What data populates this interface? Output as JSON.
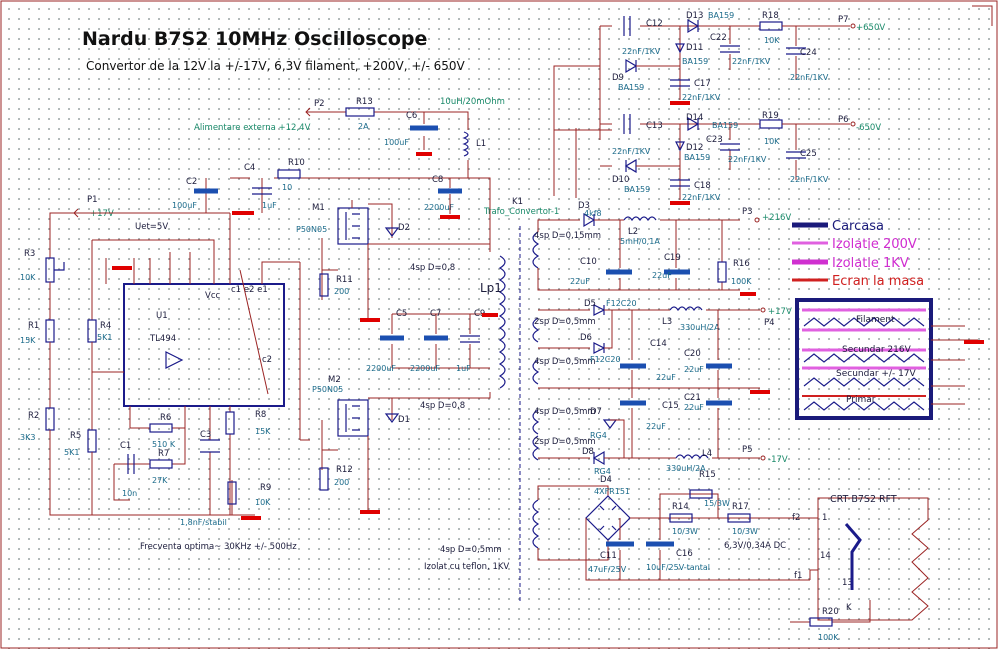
{
  "title": "Nardu B7S2 10MHz Oscilloscope",
  "subtitle": "Convertor de la 12V la +/-17V, 6,3V filament, +200V, +/- 650V",
  "notes": {
    "freq": "Frecventa optima~ 30KHz +/- 500Hz",
    "uet": "Uet=5V",
    "ext_supply": "Alimentare externa +12,4V",
    "l1_value": "10uH/20mOhm",
    "trafo": "Trafo_Convertor-1",
    "teflon": "Izolat cu teflon, 1KV",
    "sec_4sp": "4sp D=0,5mm",
    "sec_2sp": "2sp D=0,5mm",
    "sec_4sp_b": "4sp D=0,15mm",
    "pri_1": "4sp D=0,8",
    "pri_2": "4sp D=0,8",
    "heater": "6,3V/0,34A DC",
    "vcc": "Vcc",
    "c1e2e1": "c1 e2  e1",
    "c2": "c2",
    "crt": "CRT B7S2 RFT",
    "stabil": "1,8nF/stabil"
  },
  "ports": {
    "p1": "P1",
    "p1v": "+17V",
    "p2": "P2",
    "p3": "P3",
    "p3v": "+216V",
    "p4": "P4",
    "p4v": "+17V",
    "p5": "P5",
    "p5v": "-17V",
    "p6": "P6",
    "p6v": "-650V",
    "p7": "P7",
    "p7v": "+650V"
  },
  "parts": {
    "r1": "R1",
    "r1v": "15K",
    "r2": "R2",
    "r2v": "3K3",
    "r3": "R3",
    "r3v": "10K",
    "r4": "R4",
    "r4v": "5K1",
    "r5": "R5",
    "r5v": "5K1",
    "r6": "R6",
    "r6v": "510 K",
    "r7": "R7",
    "r7v": "27K",
    "r8": "R8",
    "r8v": "15K",
    "r9": "R9",
    "r9v": "10K",
    "r10": "R10",
    "r10v": "10",
    "r11": "R11",
    "r11v": "200",
    "r12": "R12",
    "r12v": "200",
    "r13": "R13",
    "r13v": "2A",
    "r14": "R14",
    "r14v": "10/3W",
    "r15": "R15",
    "r15v": "15/3W",
    "r16": "R16",
    "r16v": "100K",
    "r17": "R17",
    "r17v": "10/3W",
    "r18": "R18",
    "r18v": "10K",
    "r19": "R19",
    "r19v": "10K",
    "r20": "R20",
    "r20v": "100K",
    "c1": "C1",
    "c1v": "10n",
    "c2": "C2",
    "c2v": "100uF",
    "c3": "C3",
    "c4": "C4",
    "c4v": "1uF",
    "c5": "C5",
    "c5v": "2200uF",
    "c6": "C6",
    "c6v": "100uF",
    "c7": "C7",
    "c7v": "2200uF",
    "c8": "C8",
    "c8v": "2200uF",
    "c9": "C9",
    "c9v": "1uF",
    "c10": "C10",
    "c10v": "22uF",
    "c11": "C11",
    "c11v": "47uF/25V",
    "c12": "C12",
    "c12v": "22nF/1KV",
    "c13": "C13",
    "c13v": "22nF/1KV",
    "c14": "C14",
    "c14v": "22uF",
    "c15": "C15",
    "c15v": "22uF",
    "c16": "C16",
    "c16v": "10uF/25V-tantal",
    "c17": "C17",
    "c17v": "22nF/1KV",
    "c18": "C18",
    "c18v": "22nF/1KV",
    "c19": "C19",
    "c19v": "22uF",
    "c20": "C20",
    "c20v": "22uF",
    "c21": "C21",
    "c21v": "22uF",
    "c22": "C22",
    "c22v": "22nF/1KV",
    "c23": "C23",
    "c23v": "22nF/1KV",
    "c24": "C24",
    "c24v": "22nF/1KV",
    "c25": "C25",
    "c25v": "22nF/1KV",
    "d1": "D1",
    "d2": "D2",
    "d3": "D3",
    "d3v": "4kf8",
    "d4": "D4",
    "d4v": "4XFR151",
    "d5": "D5",
    "d5v": "F12C20",
    "d6": "D6",
    "d6v": "F12C20",
    "d7": "D7",
    "d7v": "RG4",
    "d8": "D8",
    "d8v": "RG4",
    "d9": "D9",
    "d9v": "BA159",
    "d10": "D10",
    "d10v": "BA159",
    "d11": "D11",
    "d11v": "BA159",
    "d12": "D12",
    "d12v": "BA159",
    "d13": "D13",
    "d13v": "BA159",
    "d14": "D14",
    "d14v": "BA159",
    "l1": "L1",
    "l2": "L2",
    "l2v": "5mH/0,1A",
    "l3": "L3",
    "l3v": "330uH/2A",
    "l4": "L4",
    "l4v": "330uH/2A",
    "lp1": "Lp1",
    "m1": "M1",
    "m1v": "P50N05",
    "m2": "M2",
    "m2v": "P50N05",
    "u1": "U1",
    "u1v": "TL494",
    "k1": "K1"
  },
  "crt_pins": {
    "f2": "f2",
    "f1": "f1",
    "p1": "1",
    "p14": "14",
    "p13": "13",
    "k": "K"
  },
  "legend": {
    "carcasa": "Carcasa",
    "iz200": "Izolatie 200V",
    "iz1k": "Izolatie 1KV",
    "ecran": "Ecran la masa",
    "filament": "Filament",
    "sec216": "Secundar 216V",
    "sec17": "Secundar +/- 17V",
    "primar": "Primar"
  },
  "colors": {
    "wire": "#9b2424",
    "component": "#1b1b8a",
    "cap_plate": "#1b4fb0",
    "ground": "#e00000",
    "legend_carcasa": "#1a1a7a",
    "legend_iz200": "#e060e0",
    "legend_iz1k": "#d030d0",
    "legend_ecran": "#d02020"
  }
}
